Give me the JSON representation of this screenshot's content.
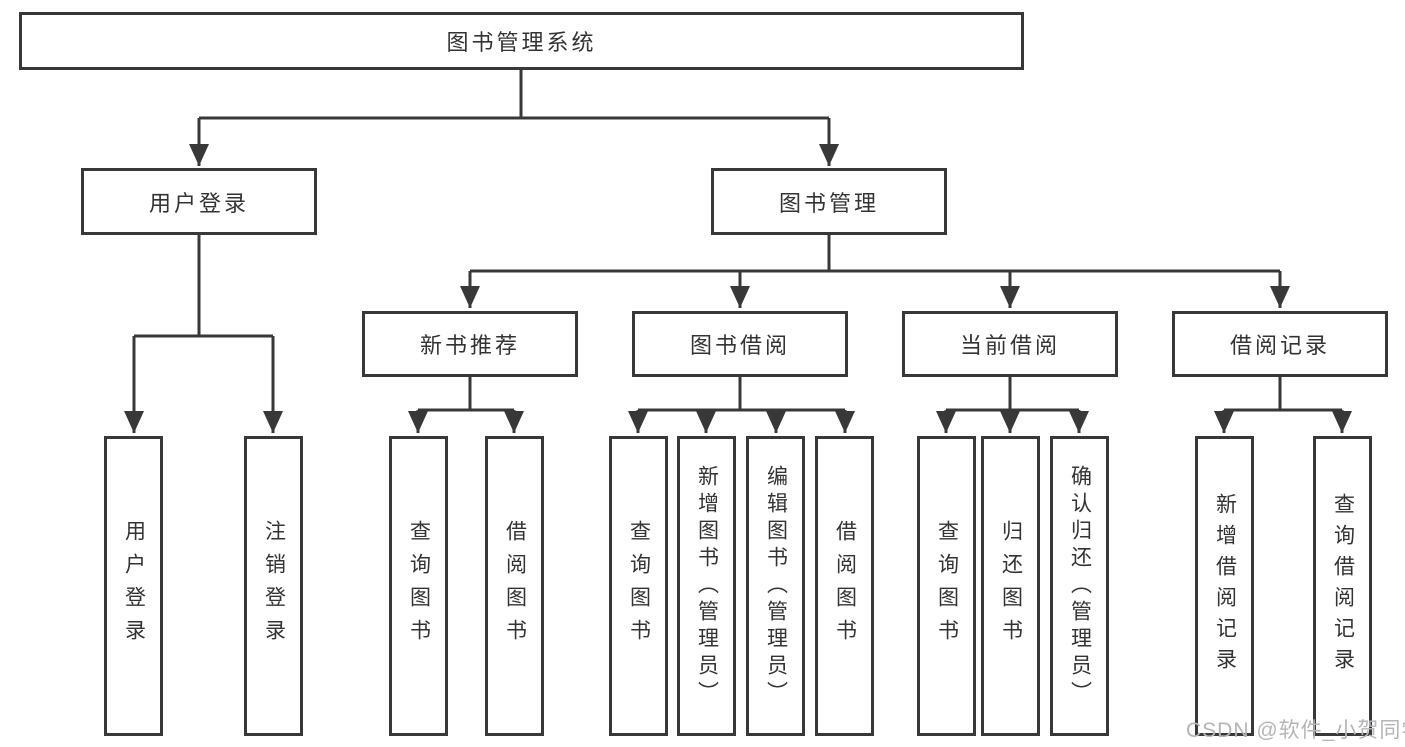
{
  "tree": {
    "label": "图书管理系统",
    "children": [
      {
        "label": "用户登录",
        "children": [
          {
            "label": "用户登录"
          },
          {
            "label": "注销登录"
          }
        ]
      },
      {
        "label": "图书管理",
        "children": [
          {
            "label": "新书推荐",
            "children": [
              {
                "label": "查询图书"
              },
              {
                "label": "借阅图书"
              }
            ]
          },
          {
            "label": "图书借阅",
            "children": [
              {
                "label": "查询图书"
              },
              {
                "label": "新增图书（管理员）"
              },
              {
                "label": "编辑图书（管理员）"
              },
              {
                "label": "借阅图书"
              }
            ]
          },
          {
            "label": "当前借阅",
            "children": [
              {
                "label": "查询图书"
              },
              {
                "label": "归还图书"
              },
              {
                "label": "确认归还（管理员）"
              }
            ]
          },
          {
            "label": "借阅记录",
            "children": [
              {
                "label": "新增借阅记录"
              },
              {
                "label": "查询借阅记录"
              }
            ]
          }
        ]
      }
    ]
  },
  "watermark": {
    "text": "CSDN @软件_小贺同学"
  },
  "colors": {
    "line": "#383838",
    "box_border": "#383838",
    "text": "#333333",
    "watermark": "#b5b5b8",
    "background": "#ffffff"
  }
}
